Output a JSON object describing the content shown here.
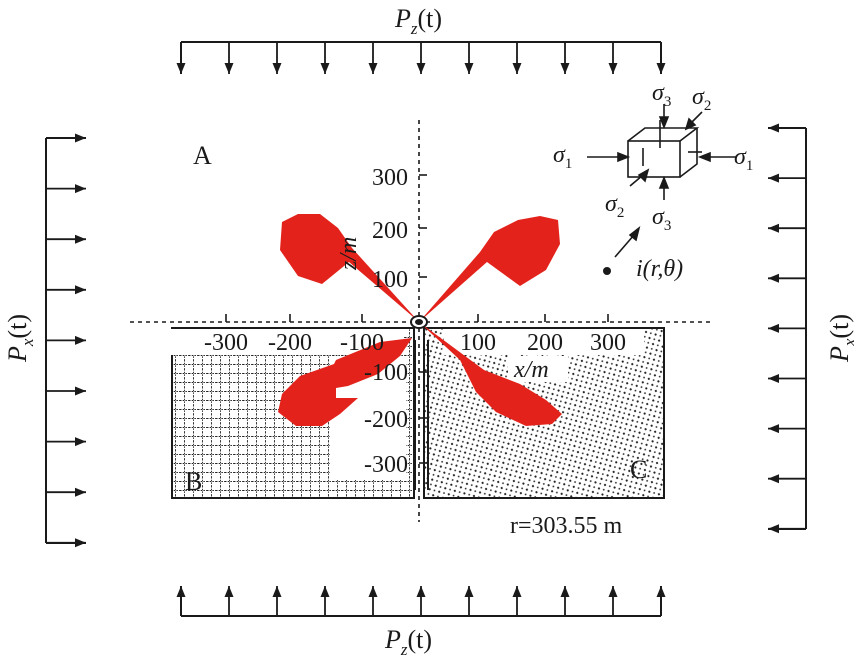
{
  "loads": {
    "top_label_main": "P",
    "top_label_sub": "z",
    "top_label_arg": "(t)",
    "bottom_label_main": "P",
    "bottom_label_sub": "z",
    "bottom_label_arg": "(t)",
    "left_label_main": "P",
    "left_label_sub": "x",
    "left_label_arg": "(t)",
    "right_label_main": "P",
    "right_label_sub": "x",
    "right_label_arg": "(t)"
  },
  "regions": {
    "a": "A",
    "b": "B",
    "c": "C"
  },
  "axes": {
    "z_label": "z/m",
    "x_label": "x/m",
    "z_ticks": [
      "300",
      "200",
      "100",
      "-100",
      "-200",
      "-300"
    ],
    "x_ticks": [
      "-300",
      "-200",
      "-100",
      "100",
      "200",
      "300"
    ]
  },
  "stress_element": {
    "sigma": "σ",
    "sub_1": "1",
    "sub_2": "2",
    "sub_3": "3"
  },
  "point_label": "i(r,θ)",
  "radius_label": "r=303.55 m",
  "colors": {
    "lobe": "#e3231b",
    "line": "#1a1a1a"
  }
}
